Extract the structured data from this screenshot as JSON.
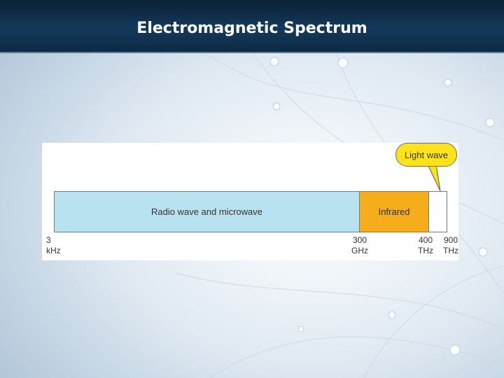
{
  "slide": {
    "title": "Electromagnetic Spectrum"
  },
  "diagram": {
    "bands": [
      {
        "label": "Radio wave and microwave",
        "color": "#b9e2f1"
      },
      {
        "label": "Infrared",
        "color": "#f5ad1b"
      },
      {
        "label": "",
        "color": "#ffffff"
      }
    ],
    "callout": "Light wave",
    "callout_color": "#ffe31a",
    "ticks": [
      {
        "value": "3",
        "unit": "kHz"
      },
      {
        "value": "300",
        "unit": "GHz"
      },
      {
        "value": "400",
        "unit": "THz"
      },
      {
        "value": "900",
        "unit": "THz"
      }
    ]
  }
}
